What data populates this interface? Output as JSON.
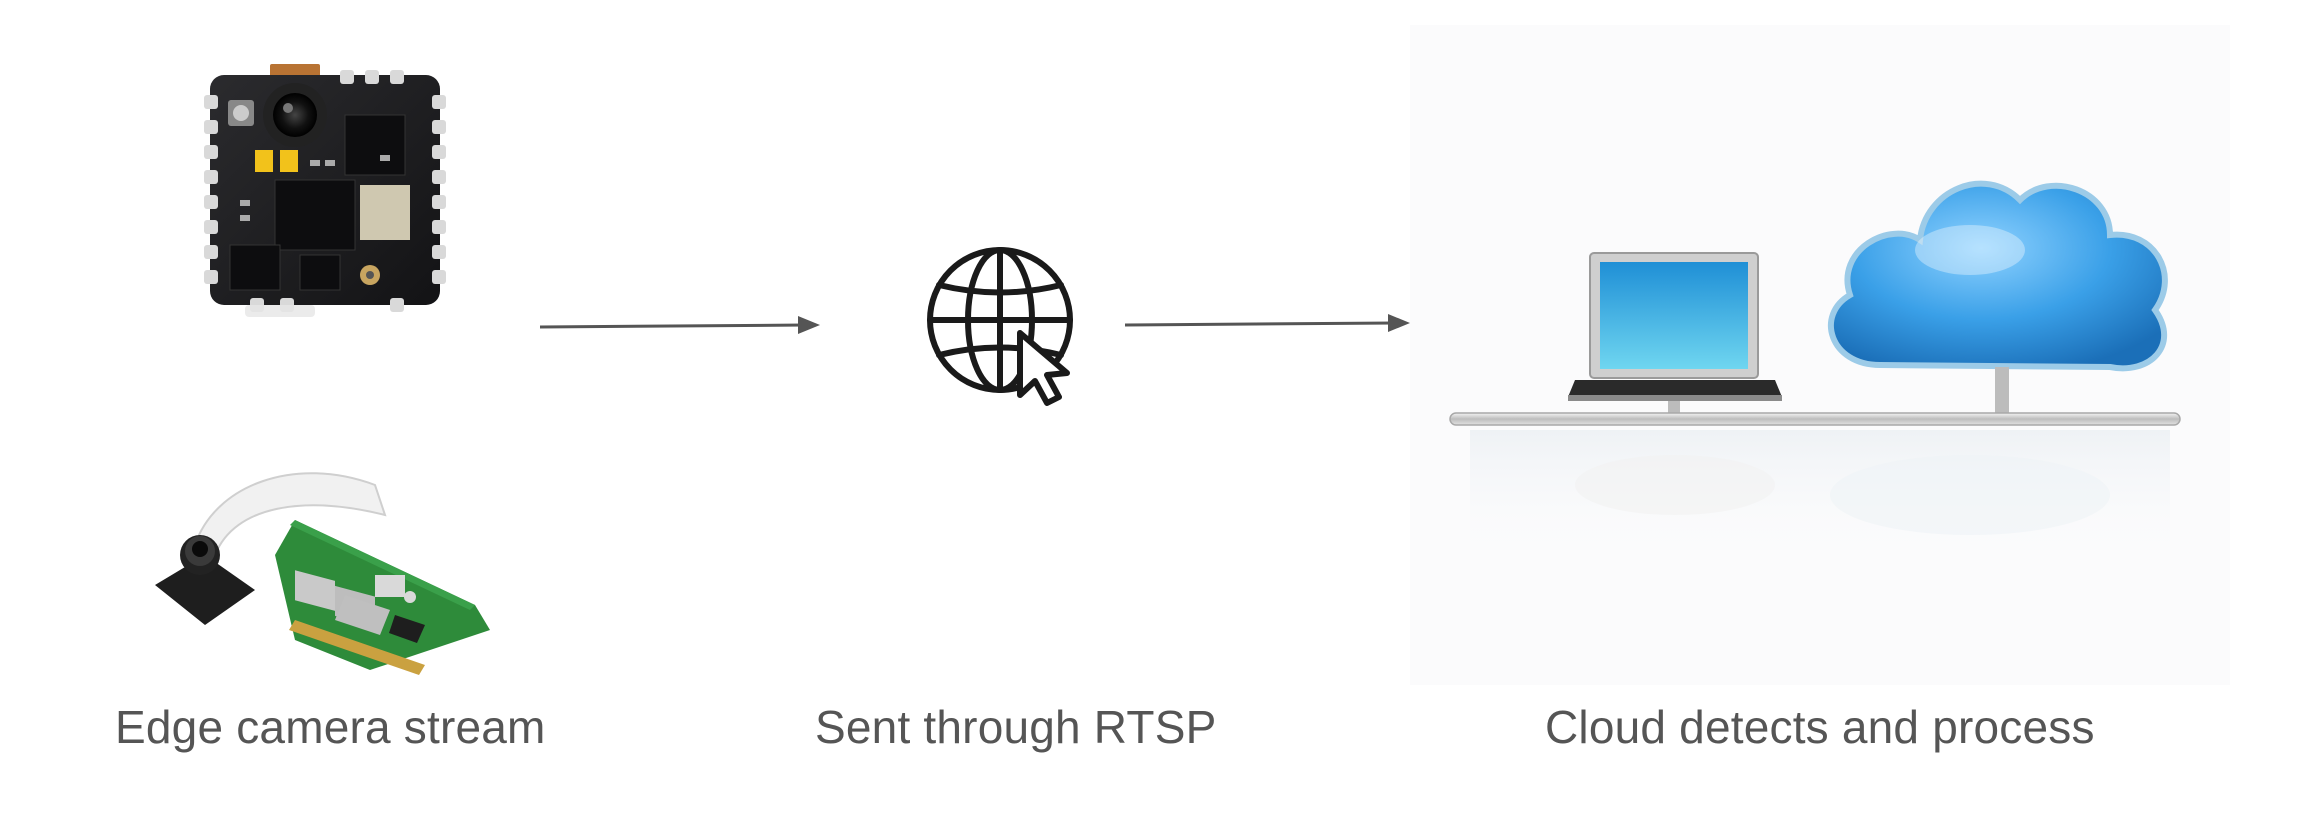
{
  "stages": [
    {
      "id": "edge",
      "label": "Edge camera stream"
    },
    {
      "id": "rtsp",
      "label": "Sent through RTSP"
    },
    {
      "id": "cloud",
      "label": "Cloud detects and process"
    }
  ],
  "colors": {
    "background": "#ffffff",
    "label_text": "#555555",
    "arrow": "#555555",
    "pcb_board": "#1c1c1e",
    "pi_board": "#2e8b3a",
    "cloud_blue": "#3aa0e8",
    "laptop_screen": "#3fb7e6"
  },
  "icons": {
    "edge_device_1": "arduino-camera-board-icon",
    "edge_device_2": "raspberry-pi-camera-icon",
    "network": "globe-cursor-icon",
    "cloud": "laptop-cloud-network-icon"
  }
}
